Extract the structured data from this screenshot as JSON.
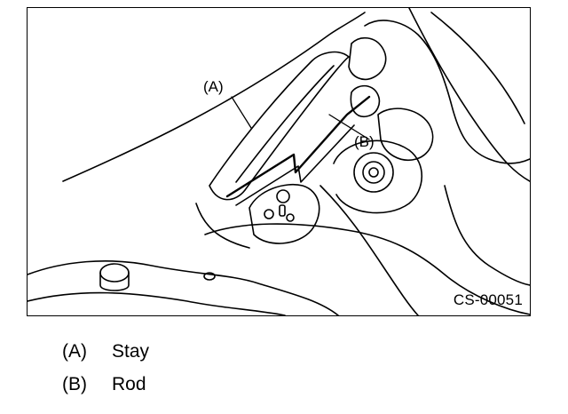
{
  "figure": {
    "callouts": [
      {
        "id": "A",
        "label": "(A)"
      },
      {
        "id": "B",
        "label": "(B)"
      }
    ],
    "code": "CS-00051"
  },
  "legend": [
    {
      "key": "(A)",
      "text": "Stay"
    },
    {
      "key": "(B)",
      "text": "Rod"
    }
  ]
}
